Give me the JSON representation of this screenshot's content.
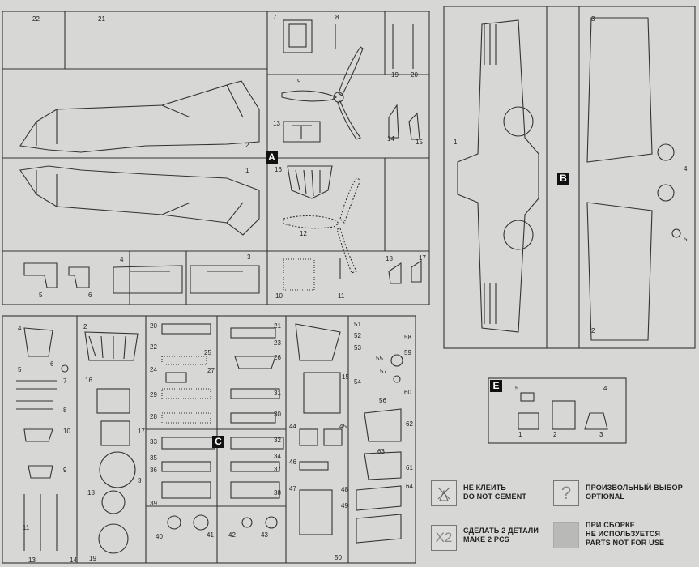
{
  "sprues": {
    "A": {
      "letter": "A",
      "parts": [
        "22",
        "21",
        "7",
        "8",
        "19",
        "20",
        "9",
        "13",
        "14",
        "15",
        "2",
        "16",
        "1",
        "12",
        "18",
        "17",
        "5",
        "6",
        "4",
        "3",
        "10",
        "11"
      ]
    },
    "B": {
      "letter": "B",
      "parts": [
        "1",
        "3",
        "4",
        "5",
        "2"
      ]
    },
    "C": {
      "letter": "C",
      "parts": [
        "4",
        "2",
        "20",
        "21",
        "22",
        "23",
        "24",
        "25",
        "26",
        "27",
        "5",
        "6",
        "7",
        "16",
        "17",
        "29",
        "31",
        "8",
        "28",
        "30",
        "10",
        "33",
        "32",
        "35",
        "34",
        "36",
        "37",
        "9",
        "38",
        "18",
        "39",
        "40",
        "41",
        "42",
        "43",
        "11",
        "13",
        "14",
        "19",
        "3",
        "15",
        "44",
        "45",
        "46",
        "47",
        "48",
        "49",
        "50",
        "51",
        "52",
        "53",
        "54",
        "55",
        "56",
        "57",
        "58",
        "59",
        "60",
        "61",
        "62",
        "63",
        "64"
      ]
    },
    "E": {
      "letter": "E",
      "parts": [
        "5",
        "4",
        "1",
        "2",
        "3"
      ]
    }
  },
  "legend": {
    "no_cement": {
      "ru": "НЕ КЛЕИТЬ",
      "en": "DO NOT CEMENT"
    },
    "optional": {
      "ru": "ПРОИЗВОЛЬНЫЙ ВЫБОР",
      "en": "OPTIONAL",
      "symbol": "?"
    },
    "make2": {
      "ru": "СДЕЛАТЬ 2 ДЕТАЛИ",
      "en": "MAKE 2 PCS",
      "symbol": "X2"
    },
    "not_for_use": {
      "ru1": "ПРИ СБОРКЕ",
      "ru2": "НЕ ИСПОЛЬЗУЕТСЯ",
      "en": "PARTS NOT FOR USE"
    }
  }
}
